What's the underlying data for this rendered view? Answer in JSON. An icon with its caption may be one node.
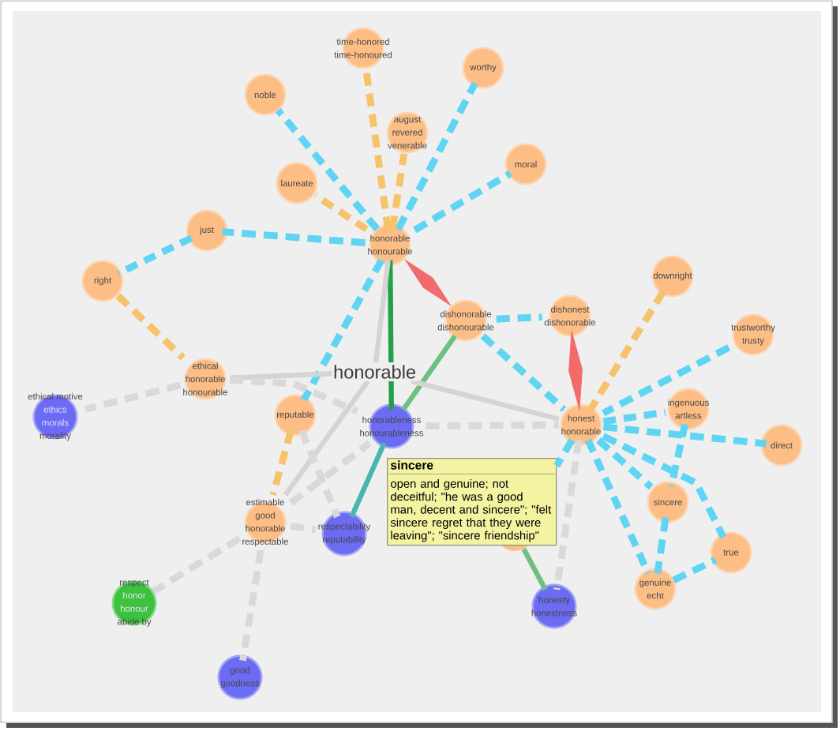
{
  "diagram": {
    "nodes": [
      {
        "text": [
          "time-honored",
          "time-honoured"
        ]
      },
      {
        "text": [
          "worthy"
        ]
      },
      {
        "text": [
          "noble"
        ]
      },
      {
        "text": [
          "august",
          "revered",
          "venerable"
        ]
      },
      {
        "text": [
          "moral"
        ]
      },
      {
        "text": [
          "laureate"
        ]
      },
      {
        "text": [
          "just"
        ]
      },
      {
        "text": [
          "honorable",
          "honourable"
        ]
      },
      {
        "text": [
          "downright"
        ]
      },
      {
        "text": [
          "right"
        ]
      },
      {
        "text": [
          "dishonorable",
          "dishonourable"
        ]
      },
      {
        "text": [
          "dishonest",
          "dishonorable"
        ]
      },
      {
        "text": [
          "trustworthy",
          "trusty"
        ]
      },
      {
        "text": [
          "honorable"
        ]
      },
      {
        "text": [
          "ethical",
          "honorable",
          "honourable"
        ]
      },
      {
        "text": [
          "reputable"
        ]
      },
      {
        "text": [
          "ingenuous",
          "artless"
        ]
      },
      {
        "text": [
          "ethical motive",
          "ethics",
          "morals",
          "morality"
        ]
      },
      {
        "text": [
          "honorableness",
          "honourableness"
        ]
      },
      {
        "text": [
          "honest",
          "honorable"
        ]
      },
      {
        "text": [
          "direct"
        ]
      },
      {
        "text": [
          "sincere"
        ]
      },
      {
        "text": [
          "estimable",
          "good",
          "honorable",
          "respectable"
        ]
      },
      {
        "text": [
          "respectability",
          "reputability"
        ]
      },
      {
        "text": [],
        "shape": "circle"
      },
      {
        "text": [
          "true"
        ]
      },
      {
        "text": [
          "genuine",
          "echt"
        ]
      },
      {
        "text": [
          "respect",
          "honor",
          "honour",
          "abide by"
        ]
      },
      {
        "text": [
          "honesty",
          "honestness"
        ]
      },
      {
        "text": [
          "good",
          "goodness"
        ]
      },
      {
        "text": [
          "sincere",
          "open and genuine; not deceitful; \"he was a good man, decent and sincere\"; \"felt sincere regret that they were leaving\"; \"sincere friendship\""
        ]
      }
    ],
    "edges": [
      {
        "from": 6,
        "to": 9,
        "arrow": "none",
        "style": "dashed"
      },
      {
        "from": 7,
        "to": 0,
        "arrow": "none",
        "style": "dashed",
        "color": "#f6c36c"
      },
      {
        "from": 7,
        "to": 1,
        "arrow": "none",
        "style": "dashed"
      },
      {
        "from": 7,
        "to": 2,
        "arrow": "none",
        "style": "dashed"
      },
      {
        "from": 7,
        "to": 3,
        "arrow": "none",
        "style": "dashed",
        "color": "#f6c36c"
      },
      {
        "from": 7,
        "to": 4,
        "arrow": "none",
        "style": "dashed"
      },
      {
        "from": 7,
        "to": 5,
        "arrow": "none",
        "style": "dashed",
        "color": "#f6c36c"
      },
      {
        "from": 7,
        "to": 6,
        "arrow": "none",
        "style": "dashed"
      },
      {
        "from": 7,
        "to": 10,
        "arrow": "none",
        "style": "thick",
        "color": "#f26b6b"
      },
      {
        "from": 7,
        "to": 15,
        "arrow": "none",
        "style": "dashed"
      },
      {
        "from": 7,
        "to": 18,
        "arrow": "none",
        "color": "#22a04a"
      },
      {
        "from": 8,
        "to": 19,
        "arrow": "none",
        "style": "dashed",
        "color": "#f6c36c"
      },
      {
        "from": 9,
        "to": 14,
        "arrow": "none",
        "style": "dashed",
        "color": "#f6c36c"
      },
      {
        "from": 10,
        "to": 11,
        "arrow": "none",
        "style": "dashed"
      },
      {
        "from": 10,
        "to": 18,
        "arrow": "none",
        "color": "#6ec081"
      },
      {
        "from": 10,
        "to": 19,
        "arrow": "none",
        "style": "dashed"
      },
      {
        "from": 11,
        "to": 19,
        "arrow": "none",
        "style": "thick",
        "color": "#f26b6b"
      },
      {
        "from": 12,
        "to": 19,
        "arrow": "none",
        "style": "dashed"
      },
      {
        "from": 13,
        "to": 7,
        "arrow": "none",
        "color": "#d4d4d4"
      },
      {
        "from": 13,
        "to": 14,
        "arrow": "none",
        "color": "#d4d4d4"
      },
      {
        "from": 13,
        "to": 19,
        "arrow": "none",
        "color": "#d4d4d4"
      },
      {
        "from": 13,
        "to": 22,
        "arrow": "none",
        "color": "#d4d4d4"
      },
      {
        "from": 14,
        "to": 17,
        "arrow": "none",
        "style": "dashed",
        "color": "#d9d9d9"
      },
      {
        "from": 14,
        "to": 18,
        "arrow": "none",
        "style": "dashed",
        "color": "#d9d9d9"
      },
      {
        "from": 15,
        "to": 22,
        "arrow": "none",
        "style": "dashed",
        "color": "#f6c36c"
      },
      {
        "from": 15,
        "to": 23,
        "arrow": "none",
        "style": "dashed",
        "color": "#d9d9d9"
      },
      {
        "from": 16,
        "to": 21,
        "arrow": "none",
        "style": "dashed"
      },
      {
        "from": 18,
        "to": 19,
        "arrow": "none",
        "style": "dashed",
        "color": "#d9d9d9"
      },
      {
        "from": 18,
        "to": 23,
        "arrow": "none",
        "color": "#48b6af"
      },
      {
        "from": 19,
        "to": 16,
        "arrow": "none",
        "style": "dashed"
      },
      {
        "from": 19,
        "to": 20,
        "arrow": "none",
        "style": "dashed"
      },
      {
        "from": 19,
        "to": 21,
        "arrow": "none",
        "style": "dashed"
      },
      {
        "from": 19,
        "to": 30,
        "arrow": "none",
        "style": "dashed"
      },
      {
        "from": 19,
        "to": 25,
        "arrow": "none",
        "style": "dashed"
      },
      {
        "from": 19,
        "to": 26,
        "arrow": "none",
        "style": "dashed"
      },
      {
        "from": 19,
        "to": 28,
        "arrow": "none",
        "style": "dashed",
        "color": "#d9d9d9"
      },
      {
        "from": 21,
        "to": 26,
        "arrow": "none",
        "style": "dashed"
      },
      {
        "from": 22,
        "to": 18,
        "arrow": "none",
        "style": "dashed",
        "color": "#d9d9d9"
      },
      {
        "from": 22,
        "to": 23,
        "arrow": "none",
        "style": "dashed",
        "color": "#d9d9d9"
      },
      {
        "from": 22,
        "to": 27,
        "arrow": "none",
        "style": "dashed",
        "color": "#d9d9d9"
      },
      {
        "from": 22,
        "to": 29,
        "arrow": "none",
        "style": "dashed",
        "color": "#d9d9d9"
      },
      {
        "from": 24,
        "to": 28,
        "arrow": "none",
        "color": "#6ec081"
      },
      {
        "from": 26,
        "to": 25,
        "arrow": "none",
        "style": "dashed"
      }
    ]
  }
}
